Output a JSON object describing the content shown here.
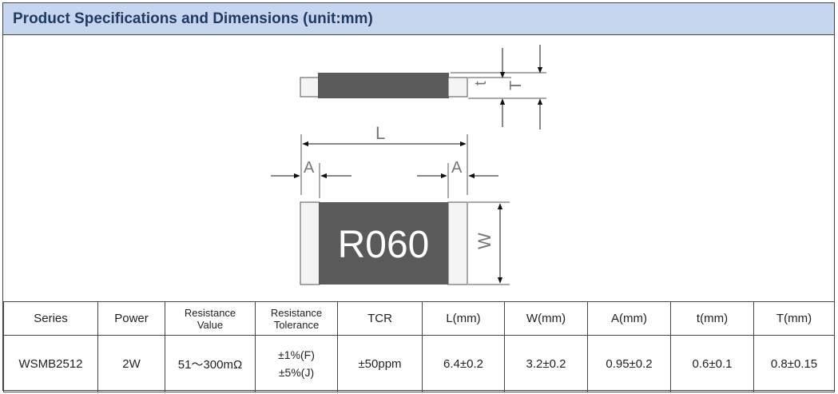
{
  "title": "Product Specifications and Dimensions (unit:mm)",
  "diagram": {
    "marking": "R060",
    "labels": {
      "t": "t",
      "T": "T",
      "L": "L",
      "A_left": "A",
      "A_right": "A",
      "W": "W"
    }
  },
  "table": {
    "headers": [
      {
        "lines": [
          "Series"
        ]
      },
      {
        "lines": [
          "Power"
        ]
      },
      {
        "lines": [
          "Resistance",
          "Value"
        ]
      },
      {
        "lines": [
          "Resistance",
          "Tolerance"
        ]
      },
      {
        "lines": [
          "TCR"
        ]
      },
      {
        "lines": [
          "L(mm)"
        ]
      },
      {
        "lines": [
          "W(mm)"
        ]
      },
      {
        "lines": [
          "A(mm)"
        ]
      },
      {
        "lines": [
          "t(mm)"
        ]
      },
      {
        "lines": [
          "T(mm)"
        ]
      }
    ],
    "row": {
      "series": "WSMB2512",
      "power": "2W",
      "resistance_value": "51～300mΩ",
      "tolerance": [
        "±1%(F)",
        "±5%(J)"
      ],
      "tcr": "±50ppm",
      "L": "6.4±0.2",
      "W": "3.2±0.2",
      "A": "0.95±0.2",
      "t": "0.6±0.1",
      "T": "0.8±0.15"
    }
  },
  "colors": {
    "title_bg": "#c5d6ee",
    "title_text": "#1f3a63",
    "resistor_body": "#5a5a5a",
    "terminal": "#f4f4f4"
  }
}
